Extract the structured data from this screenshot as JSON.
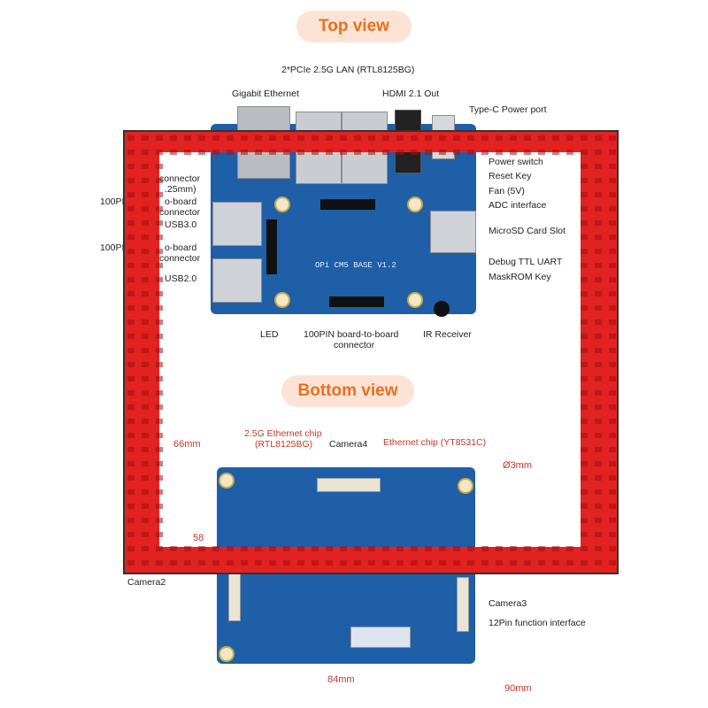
{
  "top_view": {
    "title": "Top view",
    "silkscreen": "OPi CM5 BASE V1.2",
    "labels": {
      "pcie_lan": "2*PCIe 2.5G LAN (RTL8125BG)",
      "gigabit": "Gigabit Ethernet",
      "hdmi": "HDMI 2.1 Out",
      "typec": "Type-C Power port",
      "power_switch": "Power switch",
      "reset_key": "Reset Key",
      "fan": "Fan (5V)",
      "adc": "ADC interface",
      "microsd": "MicroSD Card Slot",
      "debug_uart": "Debug TTL UART",
      "maskrom": "MaskROM Key",
      "ir": "IR Receiver",
      "connector_bottom_1": "100PIN board-to-board",
      "connector_bottom_2": "connector",
      "led": "LED",
      "usb3": "USB3.0",
      "usb2": "USB2.0",
      "left_connector_a": "connector",
      "left_connector_b": ".25mm)",
      "left_b2b_1a": "100PI",
      "left_b2b_1b": "o-board",
      "left_b2b_1c": "connector",
      "left_b2b_2a": "100PI",
      "left_b2b_2b": "o-board",
      "left_b2b_2c": "connector"
    }
  },
  "bottom_view": {
    "title": "Bottom view",
    "labels": {
      "eth25_1": "2.5G Ethernet chip",
      "eth25_2": "(RTL8125BG)",
      "camera4": "Camera4",
      "eth_chip": "Ethernet chip (YT8531C)",
      "hole": "Ø3mm",
      "camera2": "Camera2",
      "camera3": "Camera3",
      "pin12": "12Pin function interface",
      "dim_66": "66mm",
      "dim_58": "58",
      "dim_84": "84mm",
      "dim_90": "90mm"
    }
  },
  "colors": {
    "frame": "#e32222",
    "pill_bg": "#fde3d6",
    "pill_text": "#e8701f",
    "board": "#1f5fa8",
    "dimension": "#c0392b"
  }
}
